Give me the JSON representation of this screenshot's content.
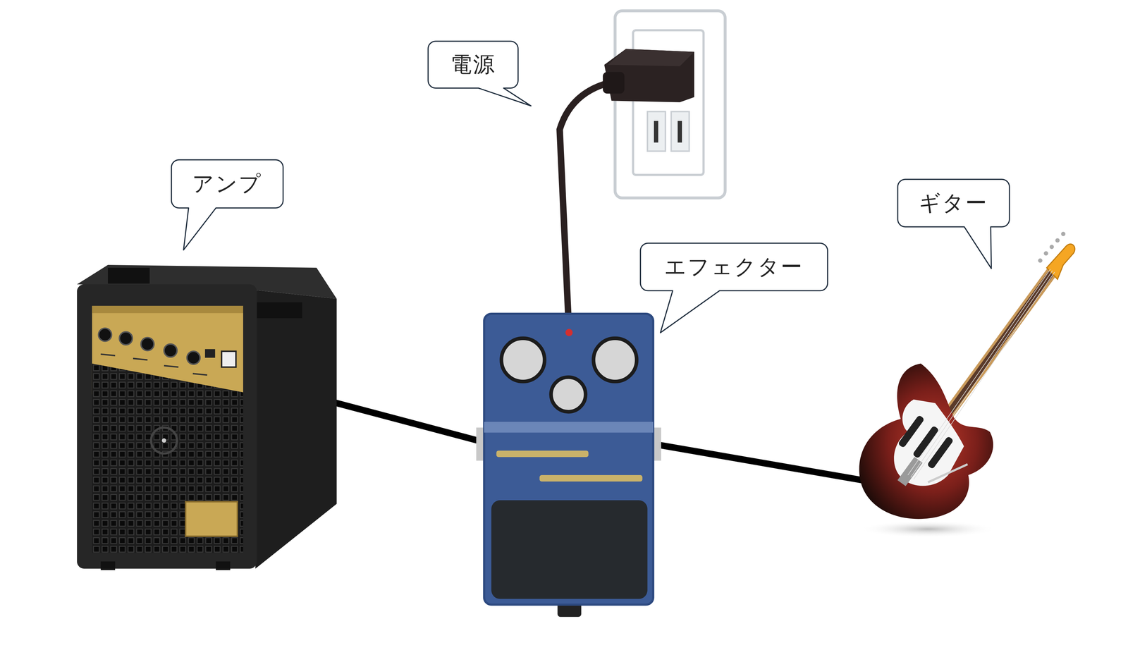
{
  "diagram": {
    "nodes": [
      {
        "text": [
          "電源"
        ]
      },
      {
        "text": [
          "アンプ"
        ]
      },
      {
        "text": [
          "ギター"
        ]
      },
      {
        "text": [
          "エフェクター"
        ]
      }
    ]
  }
}
